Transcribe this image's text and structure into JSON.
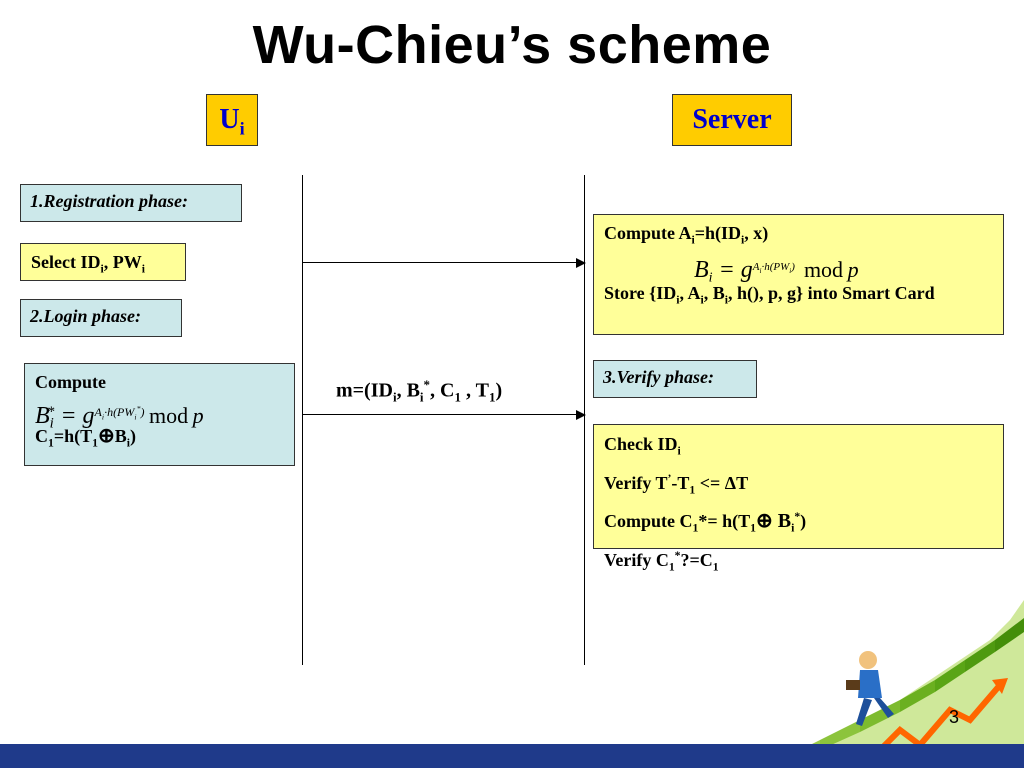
{
  "slide": {
    "title": "Wu-Chieu’s scheme",
    "page_number": "3"
  },
  "user": {
    "label": "U",
    "sub": "i"
  },
  "server": {
    "label": "Server"
  },
  "phases": {
    "registration": "1.Registration phase:",
    "login": "2.Login phase:",
    "verify": "3.Verify phase:"
  },
  "select_box": {
    "text": "Select ID",
    "sub1": "i",
    "mid": ", PW",
    "sub2": "i"
  },
  "server_reg": {
    "line1": "Compute A",
    "line1_sub": "i",
    "line1_rest": "=h(ID",
    "line1_sub2": "i",
    "line1_end": ", x)",
    "formula_lhs": "B",
    "formula_sub": "i",
    "formula_eq": " = g",
    "formula_exp": "A",
    "formula_exp_sub": "i",
    "formula_exp_rest": "·h(PW",
    "formula_exp_sub2": "i",
    "formula_exp_end": ")",
    "formula_mod": "mod",
    "formula_p": "p",
    "store": "Store {ID",
    "store_s1": "i",
    "store_a": ", A",
    "store_s2": "i",
    "store_b": ", B",
    "store_s3": "i",
    "store_rest": ", h(), p, g} into Smart Card"
  },
  "login_box": {
    "compute": "Compute",
    "formula_lhs": "B",
    "formula_sub": "i",
    "formula_sup": "*",
    "formula_eq": " = g",
    "formula_exp": "A",
    "formula_exp_sub": "i",
    "formula_exp_rest": "·h(PW",
    "formula_exp_sub2": "i",
    "formula_exp_sup": "*",
    "formula_exp_end": ")",
    "formula_mod": "mod",
    "formula_p": "p",
    "c1": "C",
    "c1_sub": "1",
    "c1_rest": "=h(T",
    "c1_sub2": "1",
    "c1_xor": "⊕",
    "c1_b": "B",
    "c1_sub3": "i",
    "c1_end": ")"
  },
  "message": {
    "prefix": "m=(ID",
    "s1": "i",
    "b": ", B",
    "s2": "i",
    "sup": "*",
    "c": ", C",
    "s3": "1",
    "t": " , T",
    "s4": "1",
    "end": ")"
  },
  "verify_box": {
    "l1": "Check ID",
    "l1_sub": "i",
    "l2": "Verify T",
    "l2_sup": "’",
    "l2_mid": "-T",
    "l2_sub": "1",
    "l2_end": " <= ΔT",
    "l3": "Compute C",
    "l3_sub": "1",
    "l3_mid": "*= h(T",
    "l3_sub2": "1",
    "l3_xor": "⊕ ",
    "l3_b": "B",
    "l3_sub3": "i",
    "l3_sup": "*",
    "l3_end": ")",
    "l4": "Verify C",
    "l4_sub": "1",
    "l4_sup": "*",
    "l4_mid": "?=C",
    "l4_sub2": "1"
  },
  "colors": {
    "header_bg": "#ffcc00",
    "header_text": "#0000cc",
    "phase_bg": "#cce8ea",
    "server_box_bg": "#ffff99",
    "bottom_bar": "#1f3a8a"
  },
  "decoration": {
    "icon": "businessman-running-stairs-icon"
  }
}
